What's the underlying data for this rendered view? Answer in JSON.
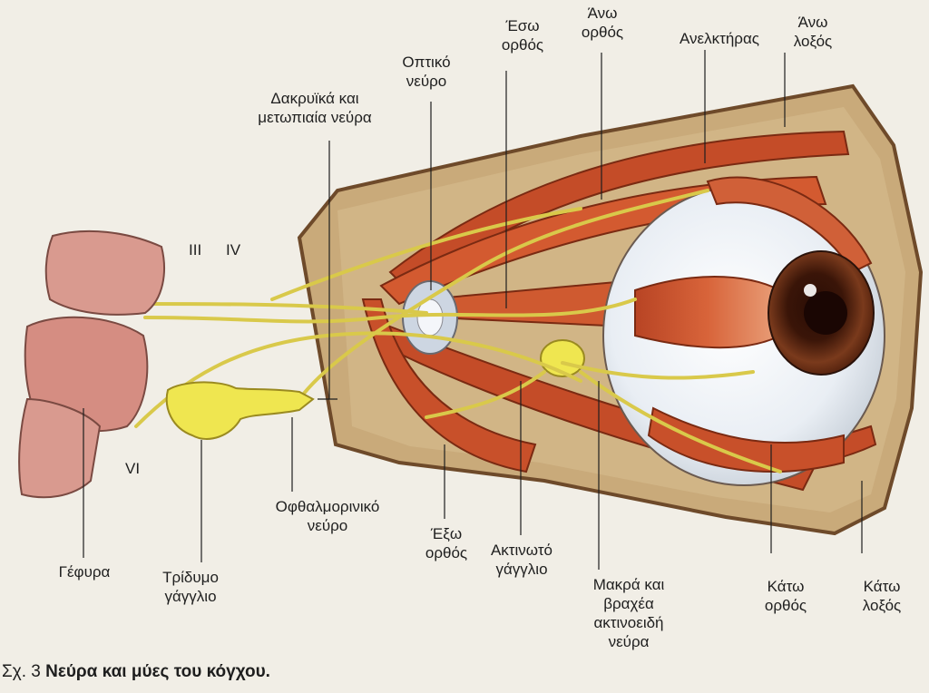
{
  "labels": {
    "eso_orthos": "Έσω\nορθός",
    "ano_orthos": "Άνω\nορθός",
    "anelktiras": "Ανελκτήρας",
    "ano_loxos": "Άνω\nλοξός",
    "optiko_neuro": "Οπτικό\nνεύρο",
    "dakryika": "Δακρυϊκά και\nμετωπιαία νεύρα",
    "nerve_iii": "III",
    "nerve_iv": "IV",
    "nerve_vi": "VI",
    "ofthalmoriniko": "Οφθαλμορινικό\nνεύρο",
    "exo_orthos": "Έξω\nορθός",
    "aktinoto": "Ακτινωτό\nγάγγλιο",
    "makra": "Μακρά και\nβραχέα\nακτινοειδή\nνεύρα",
    "kato_orthos": "Κάτω\nορθός",
    "kato_loxos": "Κάτω\nλοξός",
    "gefyra": "Γέφυρα",
    "tridymo": "Τρίδυμο\nγάγγλιο"
  },
  "caption": {
    "prefix": "Σχ. 3",
    "title": "Νεύρα και μύες του κόγχου."
  },
  "colors": {
    "background": "#f1eee6",
    "orbit": "#c9aa7a",
    "muscle": "#c9552e",
    "nerve": "#d9c94a",
    "ganglion": "#efe650",
    "brainstem": "#d99a8f",
    "iris": "#5a2512"
  }
}
